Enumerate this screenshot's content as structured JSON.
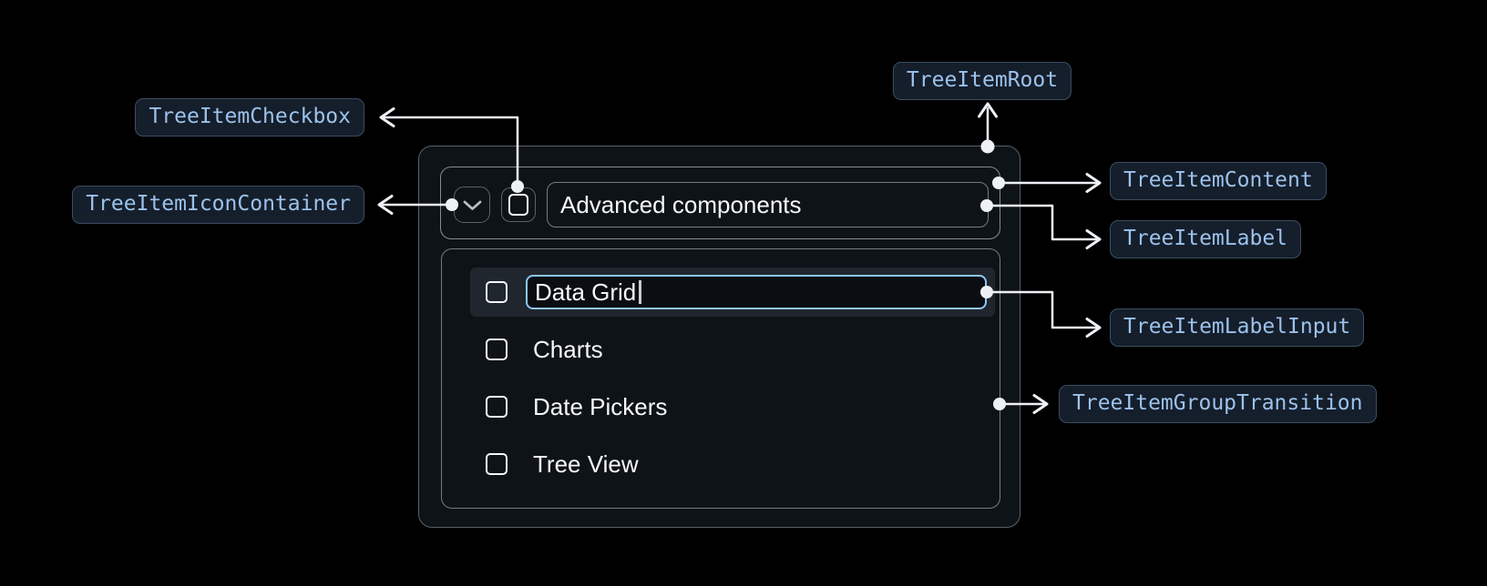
{
  "diagram": {
    "badges": {
      "checkbox": "TreeItemCheckbox",
      "icon_container": "TreeItemIconContainer",
      "root": "TreeItemRoot",
      "content": "TreeItemContent",
      "label": "TreeItemLabel",
      "label_input": "TreeItemLabelInput",
      "group_transition": "TreeItemGroupTransition"
    },
    "colors": {
      "page_bg": "#000000",
      "badge_bg": "#151e2b",
      "badge_border": "#3c4e63",
      "badge_text": "#9cc2eb",
      "arrow": "#edf1f5",
      "component_bg": "#0e1317",
      "component_border": "#5a6167",
      "row_highlight_bg": "#1f262d",
      "focus_ring": "#8fc6f9",
      "tree_text": "#f5f7f8"
    }
  },
  "tree": {
    "parent": {
      "label": "Advanced components",
      "expanded": true,
      "checkbox_checked": false
    },
    "children": [
      {
        "label": "Data Grid",
        "editing": true,
        "checkbox_checked": false
      },
      {
        "label": "Charts",
        "checkbox_checked": false
      },
      {
        "label": "Date Pickers",
        "checkbox_checked": false
      },
      {
        "label": "Tree View",
        "checkbox_checked": false
      }
    ],
    "edit_input": {
      "value": "Data Grid"
    }
  }
}
